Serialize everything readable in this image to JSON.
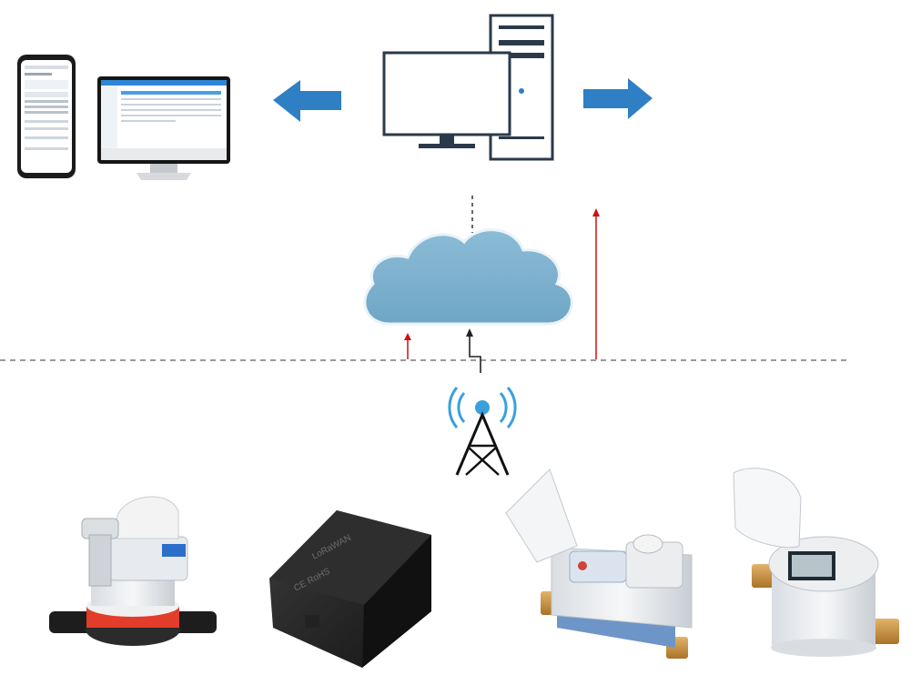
{
  "diagram": {
    "type": "iot-water-meter-network",
    "nodes": [
      {
        "id": "phone",
        "icon": "smartphone-icon"
      },
      {
        "id": "monitor",
        "icon": "desktop-monitor-icon"
      },
      {
        "id": "server",
        "icon": "server-pc-icon"
      },
      {
        "id": "cloud",
        "icon": "cloud-icon"
      },
      {
        "id": "tower",
        "icon": "cell-tower-icon"
      },
      {
        "id": "meter-1",
        "icon": "water-meter-with-module-icon"
      },
      {
        "id": "module",
        "icon": "black-wireless-module-box-icon"
      },
      {
        "id": "meter-2",
        "icon": "smart-water-meter-icon"
      },
      {
        "id": "meter-3",
        "icon": "lcd-water-meter-icon"
      }
    ],
    "box_text": {
      "module_lines": [
        "LoRaWAN",
        "CE RoHS"
      ]
    }
  },
  "colors": {
    "arrow_blue": "#2f7fc4",
    "cloud_blue": "#7eb2cf",
    "red_line": "#d01010",
    "dash": "#333333",
    "tower_signal": "#3aa0dd"
  }
}
